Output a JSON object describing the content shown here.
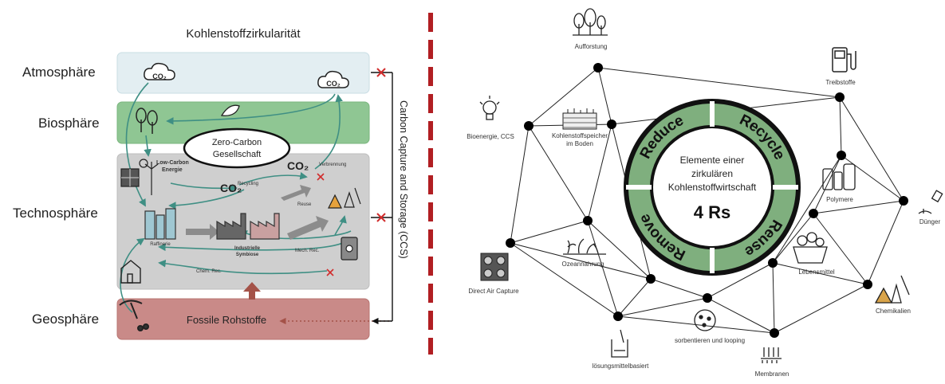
{
  "left": {
    "title": "Kohlenstoffzirkularität",
    "spheres": {
      "atmosphere": "Atmosphäre",
      "biosphere": "Biosphäre",
      "technosphere": "Technosphäre",
      "geosphere": "Geosphäre"
    },
    "co2": "CO₂",
    "zero_carbon": [
      "Zero-Carbon",
      "Gesellschaft"
    ],
    "low_carbon": [
      "Low-Carbon",
      "Energie"
    ],
    "recycling": "Recycling",
    "verbrennung": "Verbrennung",
    "reuse": "Reuse",
    "raffinerie": "Raffinerie",
    "industrielle_symbiose": [
      "Industrielle",
      "Symbiose"
    ],
    "mech_rec": "Mech. Rec.",
    "chem_rec": "Chem. Rec.",
    "fossile": "Fossile Rohstoffe",
    "ccs": "Carbon Capture and Storage (CCS)"
  },
  "right": {
    "center_text": [
      "Elemente einer",
      "zirkulären",
      "Kohlenstoffwirtschaft"
    ],
    "center_big": "4 Rs",
    "ring_words": {
      "reduce": "Reduce",
      "recycle": "Recycle",
      "reuse": "Reuse",
      "remove": "Remove"
    },
    "nodes": {
      "aufforstung": "Aufforstung",
      "treibstoffe": "Treibstoffe",
      "bioenergie": "Bioenergie, CCS",
      "kohlenstoffspeicher": [
        "Kohlenstoffspeicher",
        "im Boden"
      ],
      "polymere": "Polymere",
      "duenger": "Dünger",
      "ozean": "Ozeannahrung",
      "lebensmittel": "Lebensmittel",
      "dac": "Direct Air Capture",
      "chemikalien": "Chemikalien",
      "sorbentien": "sorbentieren und looping",
      "loesung": "lösungsmittelbasiert",
      "membranen": "Membranen"
    }
  },
  "colors": {
    "atmosphere_fill": "#e3eef2",
    "biosphere_fill": "#8fc693",
    "technosphere_fill": "#cfcfcf",
    "geosphere_fill": "#c98a88",
    "arrow_teal": "#3f8f84",
    "divider_red": "#b11e22",
    "ring_green": "#7faf7e",
    "cross_red": "#d12c2c",
    "grey_arrow": "#8c8c8c",
    "brown_arrow": "#a45248"
  }
}
